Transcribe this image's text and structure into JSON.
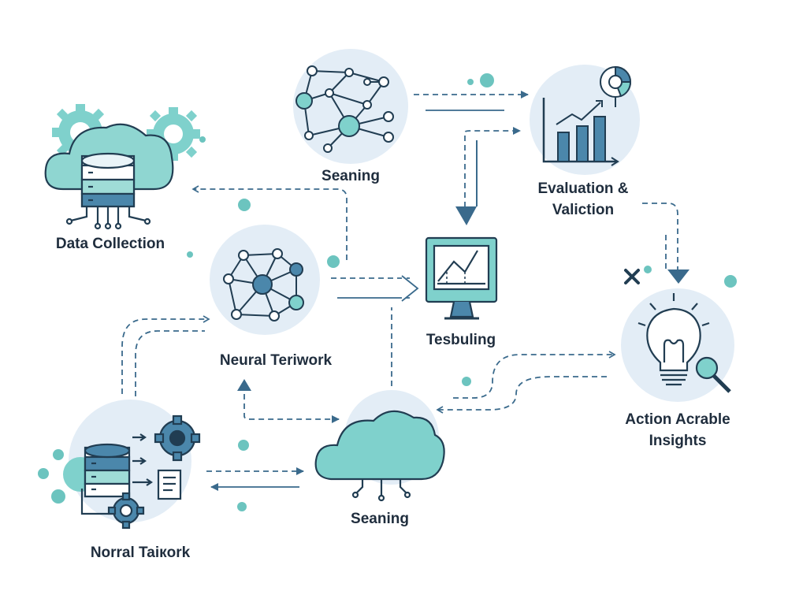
{
  "colors": {
    "background": "#ffffff",
    "circle_fill": "#e3edf6",
    "teal": "#7fd1cc",
    "teal_dark": "#5bbab5",
    "navy": "#3a6a8c",
    "stroke": "#213d52",
    "dot": "#6cc4bf"
  },
  "nodes": [
    {
      "id": "data-collection",
      "icon": "cloud-database-icon",
      "label": "Data Collection"
    },
    {
      "id": "seaning-top",
      "icon": "network-graph-icon",
      "label": "Seaning"
    },
    {
      "id": "evaluation",
      "icon": "bar-chart-icon",
      "label_lines": [
        "Evaluation &",
        "Valiction"
      ]
    },
    {
      "id": "neural-network",
      "icon": "neural-network-icon",
      "label": "Neural Teriwork"
    },
    {
      "id": "testing",
      "icon": "monitor-chart-icon",
      "label": "Tesbuling"
    },
    {
      "id": "insights",
      "icon": "lightbulb-search-icon",
      "label_lines": [
        "Action Acrable",
        "Insights"
      ]
    },
    {
      "id": "normal-network",
      "icon": "database-gears-icon",
      "label": "Norral Taiкork"
    },
    {
      "id": "seaning-bottom",
      "icon": "cloud-icon",
      "label": "Seaning"
    }
  ],
  "decorations": {
    "close_mark": "cross-icon"
  }
}
